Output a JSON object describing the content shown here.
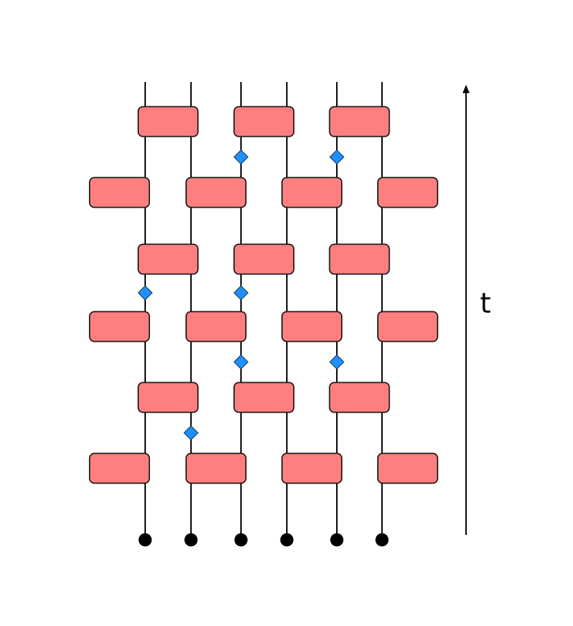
{
  "colors": {
    "background": "#ffffff",
    "wire": "#000000",
    "gate_fill": "#ff7f7f",
    "gate_stroke": "#1a1a1a",
    "measurement_fill": "#1e90ff",
    "qubit_dot": "#000000",
    "axis": "#000000"
  },
  "qubits": {
    "count": 6
  },
  "layers": [
    {
      "type": "even",
      "gates": [
        [
          0,
          1
        ],
        [
          2,
          3
        ],
        [
          4,
          5
        ]
      ]
    },
    {
      "type": "odd-boundary",
      "gates": [
        [
          -1,
          0
        ],
        [
          1,
          2
        ],
        [
          3,
          4
        ],
        [
          5,
          6
        ]
      ]
    },
    {
      "type": "even",
      "gates": [
        [
          0,
          1
        ],
        [
          2,
          3
        ],
        [
          4,
          5
        ]
      ]
    },
    {
      "type": "odd-boundary",
      "gates": [
        [
          -1,
          0
        ],
        [
          1,
          2
        ],
        [
          3,
          4
        ],
        [
          5,
          6
        ]
      ]
    },
    {
      "type": "even",
      "gates": [
        [
          0,
          1
        ],
        [
          2,
          3
        ],
        [
          4,
          5
        ]
      ]
    },
    {
      "type": "odd-boundary",
      "gates": [
        [
          -1,
          0
        ],
        [
          1,
          2
        ],
        [
          3,
          4
        ],
        [
          5,
          6
        ]
      ]
    }
  ],
  "measurements": [
    {
      "qubit": 2,
      "after_layer": 0
    },
    {
      "qubit": 4,
      "after_layer": 0
    },
    {
      "qubit": 0,
      "after_layer": 2
    },
    {
      "qubit": 2,
      "after_layer": 2
    },
    {
      "qubit": 2,
      "after_layer": 3
    },
    {
      "qubit": 4,
      "after_layer": 3
    },
    {
      "qubit": 1,
      "after_layer": 4
    }
  ],
  "time_axis": {
    "label": "t",
    "direction": "up",
    "arrow_icon": "arrow-up-icon"
  },
  "icons": {
    "measurement": "diamond-icon",
    "qubit_input": "circle-dot-icon"
  }
}
